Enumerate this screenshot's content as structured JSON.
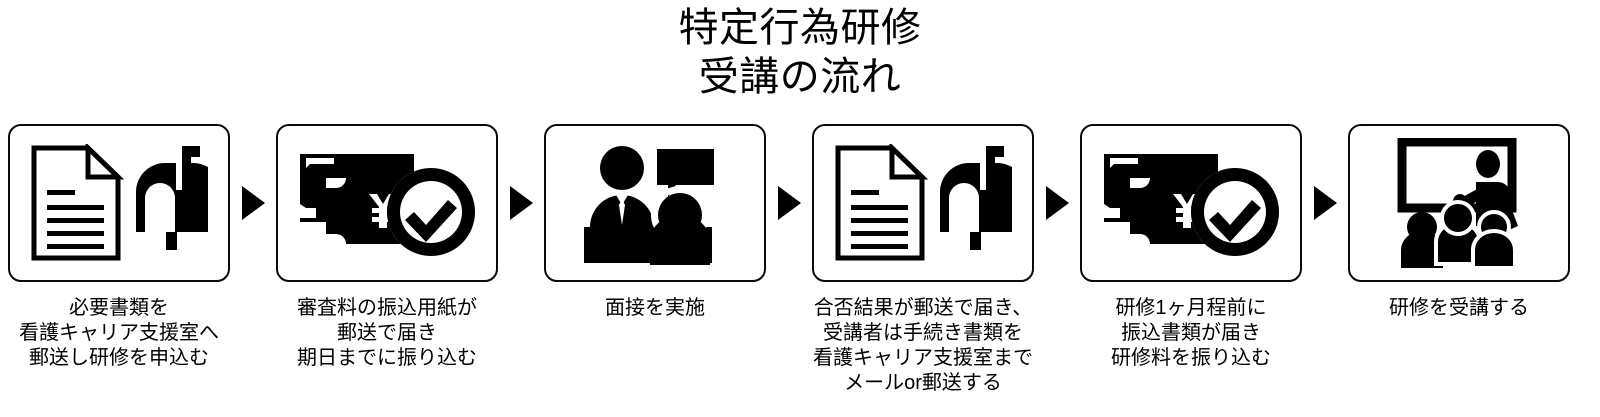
{
  "title": {
    "line1": "特定行為研修",
    "line2": "受講の流れ"
  },
  "flow": {
    "arrow_symbol": "▶",
    "steps": [
      {
        "index": "1",
        "icon": "document-mailbox-icon",
        "caption_lines": [
          "必要書類を",
          "看護キャリア支援室へ",
          "郵送し研修を申込む"
        ]
      },
      {
        "index": "2",
        "icon": "yen-banknotes-check-icon",
        "caption_lines": [
          "審査料の振込用紙が",
          "郵送で届き",
          "期日までに振り込む"
        ]
      },
      {
        "index": "3",
        "icon": "interview-icon",
        "caption_lines": [
          "面接を実施"
        ]
      },
      {
        "index": "4",
        "icon": "document-mailbox-icon",
        "caption_lines": [
          "合否結果が郵送で届き、",
          "受講者は手続き書類を",
          "看護キャリア支援室まで",
          "メールor郵送する"
        ]
      },
      {
        "index": "5",
        "icon": "yen-banknotes-check-icon",
        "caption_lines": [
          "研修1ヶ月程前に",
          "振込書類が届き",
          "研修料を振り込む"
        ]
      },
      {
        "index": "6",
        "icon": "classroom-lecture-icon",
        "caption_lines": [
          "研修を受講する"
        ]
      }
    ]
  },
  "colors": {
    "background": "#ffffff",
    "foreground": "#000000",
    "card_border": "#0b0b0b"
  }
}
